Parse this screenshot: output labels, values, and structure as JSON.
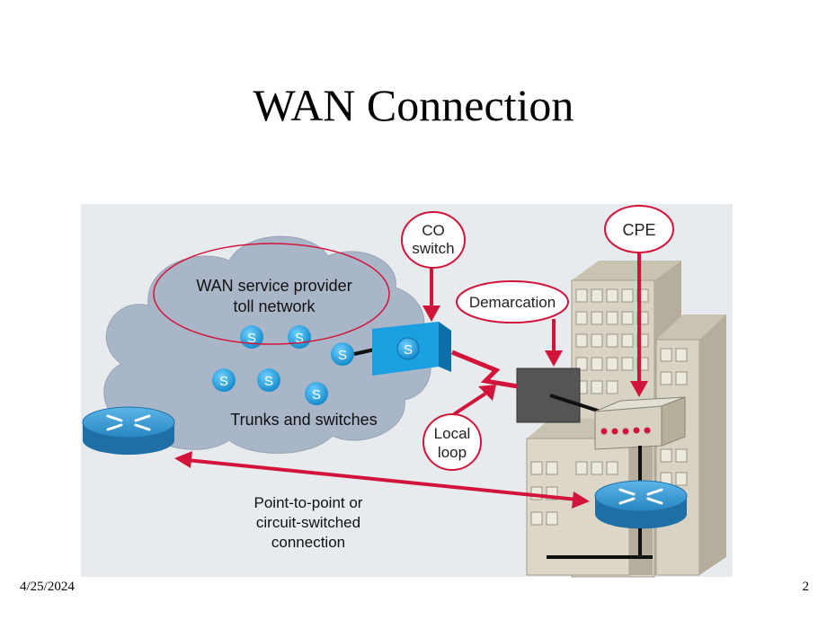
{
  "slide": {
    "title": "WAN Connection",
    "date": "4/25/2024",
    "page_number": "2"
  },
  "diagram": {
    "cloud_label_line1": "WAN service provider",
    "cloud_label_line2": "toll network",
    "trunks_label": "Trunks and switches",
    "switch_symbol": "S",
    "co_switch_line1": "CO",
    "co_switch_line2": "switch",
    "cpe_label": "CPE",
    "demarcation_label": "Demarcation",
    "local_loop_line1": "Local",
    "local_loop_line2": "loop",
    "p2p_line1": "Point-to-point or",
    "p2p_line2": "circuit-switched",
    "p2p_line3": "connection"
  },
  "colors": {
    "accent_red": "#d2143a",
    "switch_blue": "#1a9fe0",
    "cloud": "#a9b6c8",
    "building": "#d8d3c4",
    "panel_bg": "#e8ebee"
  }
}
